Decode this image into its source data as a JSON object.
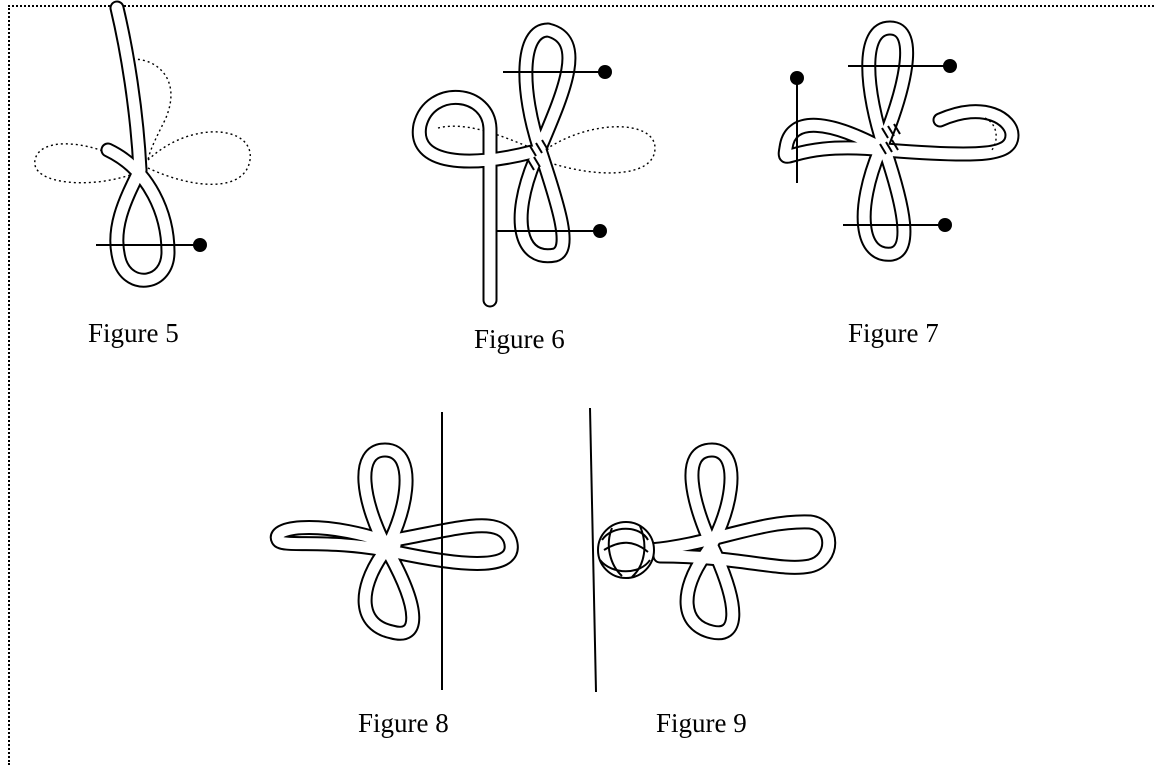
{
  "captions": {
    "fig5": "Figure 5",
    "fig6": "Figure 6",
    "fig7": "Figure 7",
    "fig8": "Figure 8",
    "fig9": "Figure 9"
  }
}
